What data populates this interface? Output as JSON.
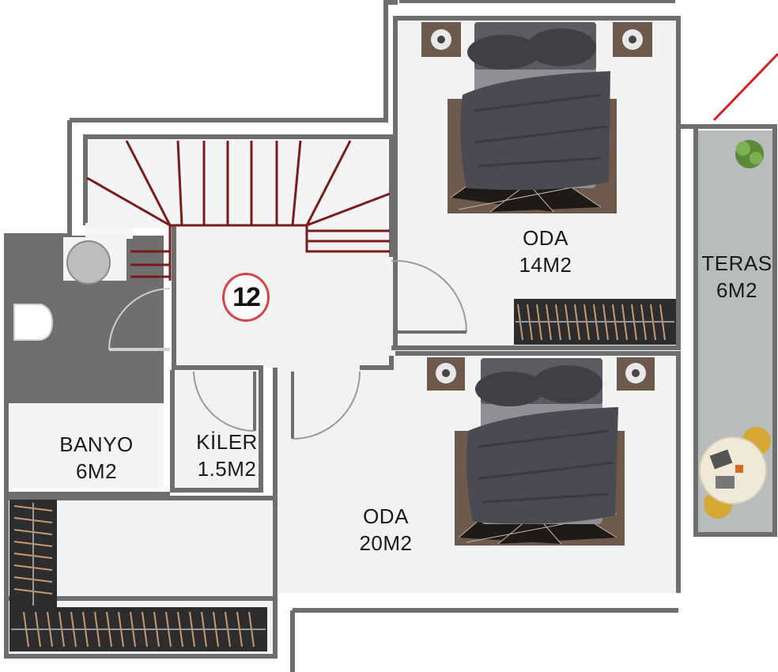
{
  "unit_number": "12",
  "rooms": [
    {
      "id": "oda-14",
      "name": "ODA",
      "area": "14M2"
    },
    {
      "id": "teras",
      "name": "TERAS",
      "area": "6M2"
    },
    {
      "id": "banyo",
      "name": "BANYO",
      "area": "6M2"
    },
    {
      "id": "kiler",
      "name": "KİLER",
      "area": "1.5M2"
    },
    {
      "id": "oda-20",
      "name": "ODA",
      "area": "20M2"
    }
  ],
  "colors": {
    "wall": "#6e6e6e",
    "floor": "#f1f2f2",
    "stairs": "#7a1c1c",
    "bathroom_tile": "#6f6f70",
    "terrace_tile": "#b9bcbd",
    "bedding": "#4a4a52",
    "rug": "#6d5a4c",
    "accent_red": "#d62020",
    "badge_ring": "#d64545"
  }
}
